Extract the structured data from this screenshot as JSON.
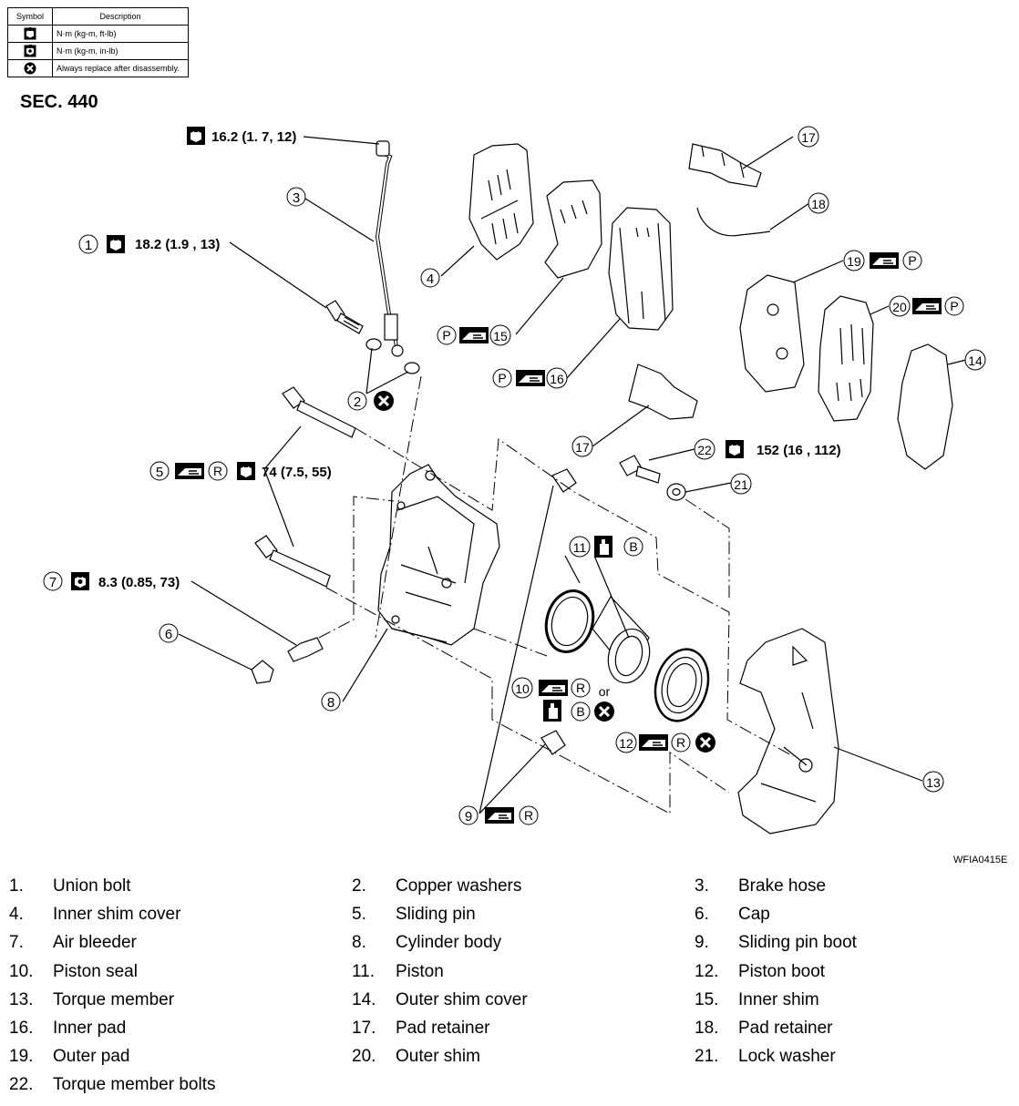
{
  "legend": {
    "header": {
      "symbol": "Symbol",
      "description": "Description"
    },
    "rows": [
      {
        "icon": "torque-wrench-icon",
        "description": "N·m (kg-m, ft-lb)"
      },
      {
        "icon": "torque-wrench-inlb-icon",
        "description": "N·m (kg-m, in-lb)"
      },
      {
        "icon": "always-replace-icon",
        "description": "Always replace after disassembly."
      }
    ]
  },
  "section": "SEC. 440",
  "figure_code": "WFIA0415E",
  "callouts": {
    "c1": "1",
    "c2": "2",
    "c3": "3",
    "c4": "4",
    "c5": "5",
    "c6": "6",
    "c7": "7",
    "c8": "8",
    "c9": "9",
    "c10": "10",
    "c11": "11",
    "c12": "12",
    "c13": "13",
    "c14": "14",
    "c15": "15",
    "c16": "16",
    "c17a": "17",
    "c17b": "17",
    "c18": "18",
    "c19": "19",
    "c20": "20",
    "c21": "21",
    "c22": "22"
  },
  "torques": {
    "t3": "16.2 (1. 7, 12)",
    "t1": "18.2 (1.9 , 13)",
    "t5": "74 (7.5, 55)",
    "t7": "8.3 (0.85, 73)",
    "t22": "152 (16 , 112)"
  },
  "symbols": {
    "P": "P",
    "R": "R",
    "B": "B",
    "or": "or"
  },
  "parts": [
    {
      "num": "1.",
      "name": "Union bolt"
    },
    {
      "num": "2.",
      "name": "Copper washers"
    },
    {
      "num": "3.",
      "name": "Brake hose"
    },
    {
      "num": "4.",
      "name": "Inner shim cover"
    },
    {
      "num": "5.",
      "name": "Sliding pin"
    },
    {
      "num": "6.",
      "name": "Cap"
    },
    {
      "num": "7.",
      "name": "Air bleeder"
    },
    {
      "num": "8.",
      "name": "Cylinder body"
    },
    {
      "num": "9.",
      "name": "Sliding pin boot"
    },
    {
      "num": "10.",
      "name": "Piston seal"
    },
    {
      "num": "11.",
      "name": "Piston"
    },
    {
      "num": "12.",
      "name": "Piston boot"
    },
    {
      "num": "13.",
      "name": "Torque member"
    },
    {
      "num": "14.",
      "name": "Outer shim cover"
    },
    {
      "num": "15.",
      "name": "Inner shim"
    },
    {
      "num": "16.",
      "name": "Inner pad"
    },
    {
      "num": "17.",
      "name": "Pad retainer"
    },
    {
      "num": "18.",
      "name": "Pad retainer"
    },
    {
      "num": "19.",
      "name": "Outer pad"
    },
    {
      "num": "20.",
      "name": "Outer shim"
    },
    {
      "num": "21.",
      "name": "Lock washer"
    },
    {
      "num": "22.",
      "name": "Torque member bolts"
    }
  ]
}
